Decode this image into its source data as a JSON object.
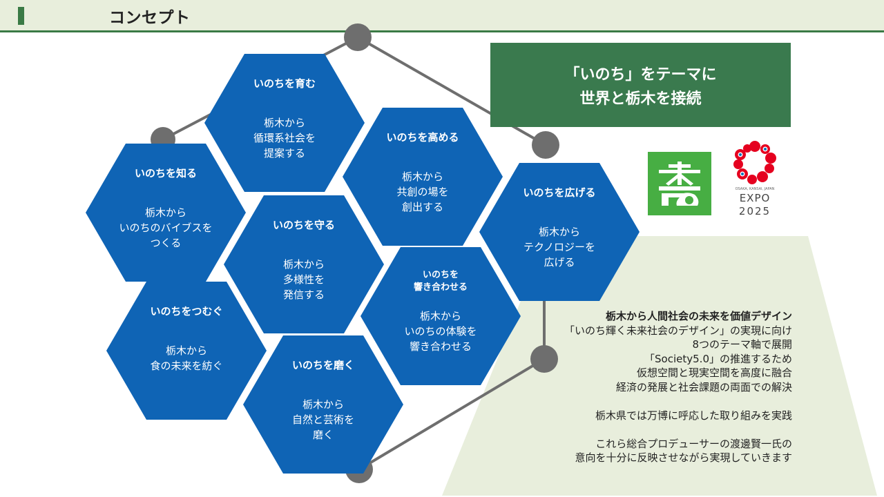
{
  "header": {
    "title": "コンセプト"
  },
  "hexagons": [
    {
      "id": "sodatsu",
      "title": "いのちを育む",
      "body": [
        "栃木から",
        "循環系社会を",
        "提案する"
      ]
    },
    {
      "id": "shiru",
      "title": "いのちを知る",
      "body": [
        "栃木から",
        "いのちのバイブスを",
        "つくる"
      ]
    },
    {
      "id": "takameru",
      "title": "いのちを高める",
      "body": [
        "栃木から",
        "共創の場を",
        "創出する"
      ]
    },
    {
      "id": "mamoru",
      "title": "いのちを守る",
      "body": [
        "栃木から",
        "多様性を",
        "発信する"
      ]
    },
    {
      "id": "hirogeru",
      "title": "いのちを広げる",
      "body": [
        "栃木から",
        "テクノロジーを",
        "広げる"
      ]
    },
    {
      "id": "tsumugu",
      "title": "いのちをつむぐ",
      "body": [
        "栃木から",
        "食の未来を紡ぐ"
      ]
    },
    {
      "id": "hibikiawaseru",
      "title": "いのちを\n響き合わせる",
      "body": [
        "栃木から",
        "いのちの体験を",
        "響き合わせる"
      ]
    },
    {
      "id": "migaku",
      "title": "いのちを磨く",
      "body": [
        "栃木から",
        "自然と芸術を",
        "磨く"
      ]
    }
  ],
  "theme_box": {
    "line1": "「いのち」をテーマに",
    "line2": "世界と栃木を接続"
  },
  "logos": {
    "expo_small": "OSAKA, KANSAI, JAPAN",
    "expo_word": "EXPO",
    "expo_year": "2025"
  },
  "description": {
    "heading": "栃木から人間社会の未来を価値デザイン",
    "block1": [
      "「いのち輝く未来社会のデザイン」の実現に向け",
      "8つのテーマ軸で展開",
      "「Society5.0」の推進するため",
      "仮想空間と現実空間を高度に融合",
      "経済の発展と社会課題の両面での解決"
    ],
    "block2": [
      "栃木県では万博に呼応した取り組みを実践"
    ],
    "block3": [
      "これら総合プロデューサーの渡邊賢一氏の",
      "意向を十分に反映させながら実現していきます"
    ]
  },
  "colors": {
    "hex_blue": "#0f64b5",
    "header_bg": "#e8eedc",
    "header_green": "#3a7a45",
    "theme_green": "#3a7a4e",
    "trapezoid": "#e8eedc",
    "node_gray": "#6e6e6e",
    "tochigi_green": "#47ae43",
    "expo_red": "#e5001f",
    "expo_blue": "#0072bc"
  }
}
